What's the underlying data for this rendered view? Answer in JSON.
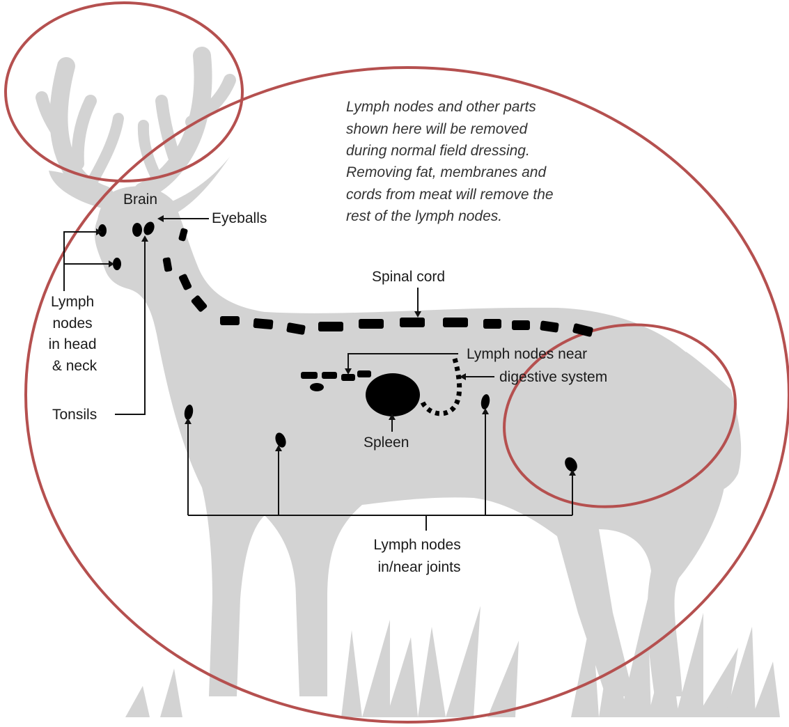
{
  "note_lines": [
    "Lymph nodes and other parts",
    "shown here will be removed",
    "during normal field dressing.",
    "Removing fat, membranes and",
    "cords from meat will remove the",
    "rest of the lymph nodes."
  ],
  "labels": {
    "brain": "Brain",
    "eyeballs": "Eyeballs",
    "lymph_head": [
      "Lymph",
      "nodes",
      "in head",
      "& neck"
    ],
    "tonsils": "Tonsils",
    "spinal_cord": "Spinal cord",
    "lymph_digestive": [
      "Lymph nodes near",
      "digestive system"
    ],
    "spleen": "Spleen",
    "lymph_joints": [
      "Lymph nodes",
      "in/near joints"
    ]
  },
  "colors": {
    "silhouette": "#d3d3d3",
    "annotation_circle": "#b5504f",
    "marks": "#000000"
  }
}
